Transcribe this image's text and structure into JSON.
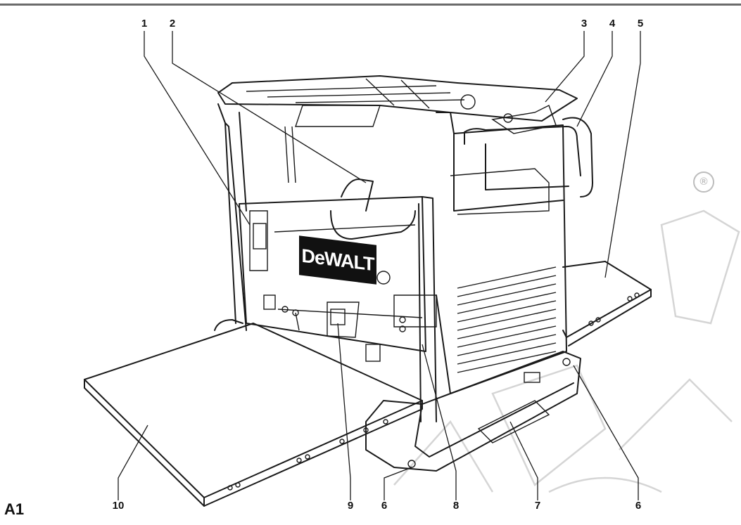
{
  "figure_label": "A1",
  "brand_text": "DeWALT",
  "callouts": [
    "1",
    "2",
    "3",
    "4",
    "5",
    "6",
    "7",
    "8",
    "9",
    "10"
  ],
  "callout_bottom_left": "10",
  "callout_bottom_9": "9",
  "callout_bottom_6a": "6",
  "callout_bottom_8": "8",
  "callout_bottom_7": "7",
  "callout_bottom_6b": "6",
  "watermark_mark": "®",
  "colors": {
    "ink": "#1a1a1a",
    "rule": "#6b6b6b",
    "watermark": "#d5d5d5"
  }
}
